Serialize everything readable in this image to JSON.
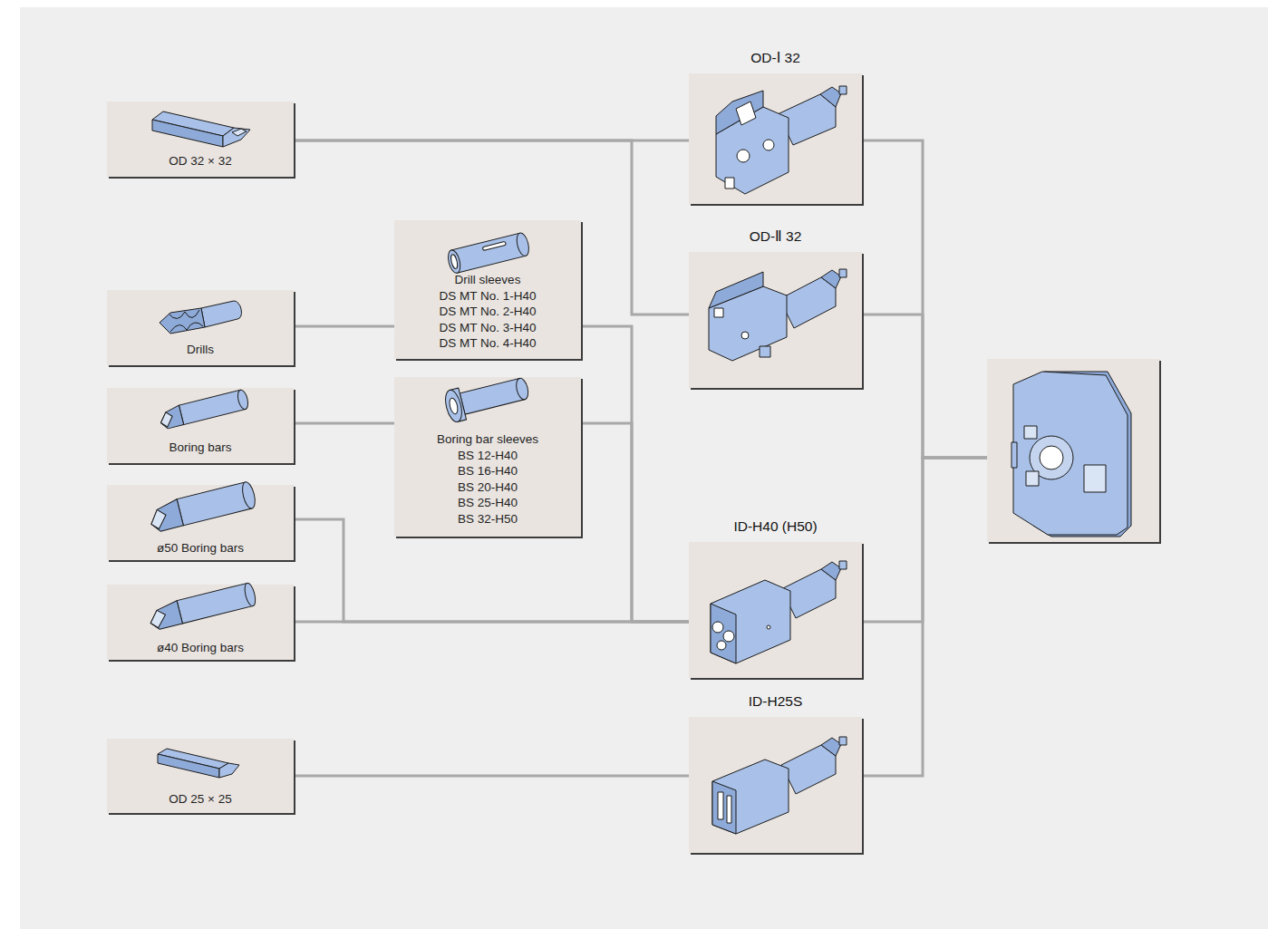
{
  "diagram": {
    "nodes": [
      {
        "text": [
          "OD 32 × 32"
        ]
      },
      {
        "text": [
          "Drills"
        ]
      },
      {
        "text": [
          "Boring bars"
        ]
      },
      {
        "text": [
          "ø50 Boring bars"
        ]
      },
      {
        "text": [
          "ø40 Boring bars"
        ]
      },
      {
        "text": [
          "OD 25 × 25"
        ]
      },
      {
        "text": [
          "Drill sleeves",
          "DS MT No. 1-H40",
          "DS MT No. 2-H40",
          "DS MT No. 3-H40",
          "DS MT No. 4-H40"
        ]
      },
      {
        "text": [
          "Boring bar sleeves",
          "BS 12-H40",
          "BS 16-H40",
          "BS 20-H40",
          "BS 25-H40",
          "BS 32-H50"
        ]
      },
      {
        "text": [
          "OD-Ⅰ 32"
        ]
      },
      {
        "text": [
          "OD-Ⅱ 32"
        ]
      },
      {
        "text": [
          "ID-H40 (H50)"
        ]
      },
      {
        "text": [
          "ID-H25S"
        ]
      },
      {
        "text": []
      }
    ],
    "edges": [
      {
        "from": 0,
        "to": 8,
        "arrow": "none"
      },
      {
        "from": 0,
        "to": 9,
        "arrow": "none"
      },
      {
        "from": 1,
        "to": 6,
        "arrow": "none"
      },
      {
        "from": 2,
        "to": 7,
        "arrow": "none"
      },
      {
        "from": 6,
        "to": 10,
        "arrow": "none"
      },
      {
        "from": 7,
        "to": 10,
        "arrow": "none"
      },
      {
        "from": 3,
        "to": 10,
        "arrow": "none"
      },
      {
        "from": 4,
        "to": 10,
        "arrow": "none"
      },
      {
        "from": 5,
        "to": 11,
        "arrow": "none"
      },
      {
        "from": 8,
        "to": 12,
        "arrow": "none"
      },
      {
        "from": 9,
        "to": 12,
        "arrow": "none"
      },
      {
        "from": 10,
        "to": 12,
        "arrow": "none"
      },
      {
        "from": 11,
        "to": 12,
        "arrow": "none"
      }
    ]
  }
}
